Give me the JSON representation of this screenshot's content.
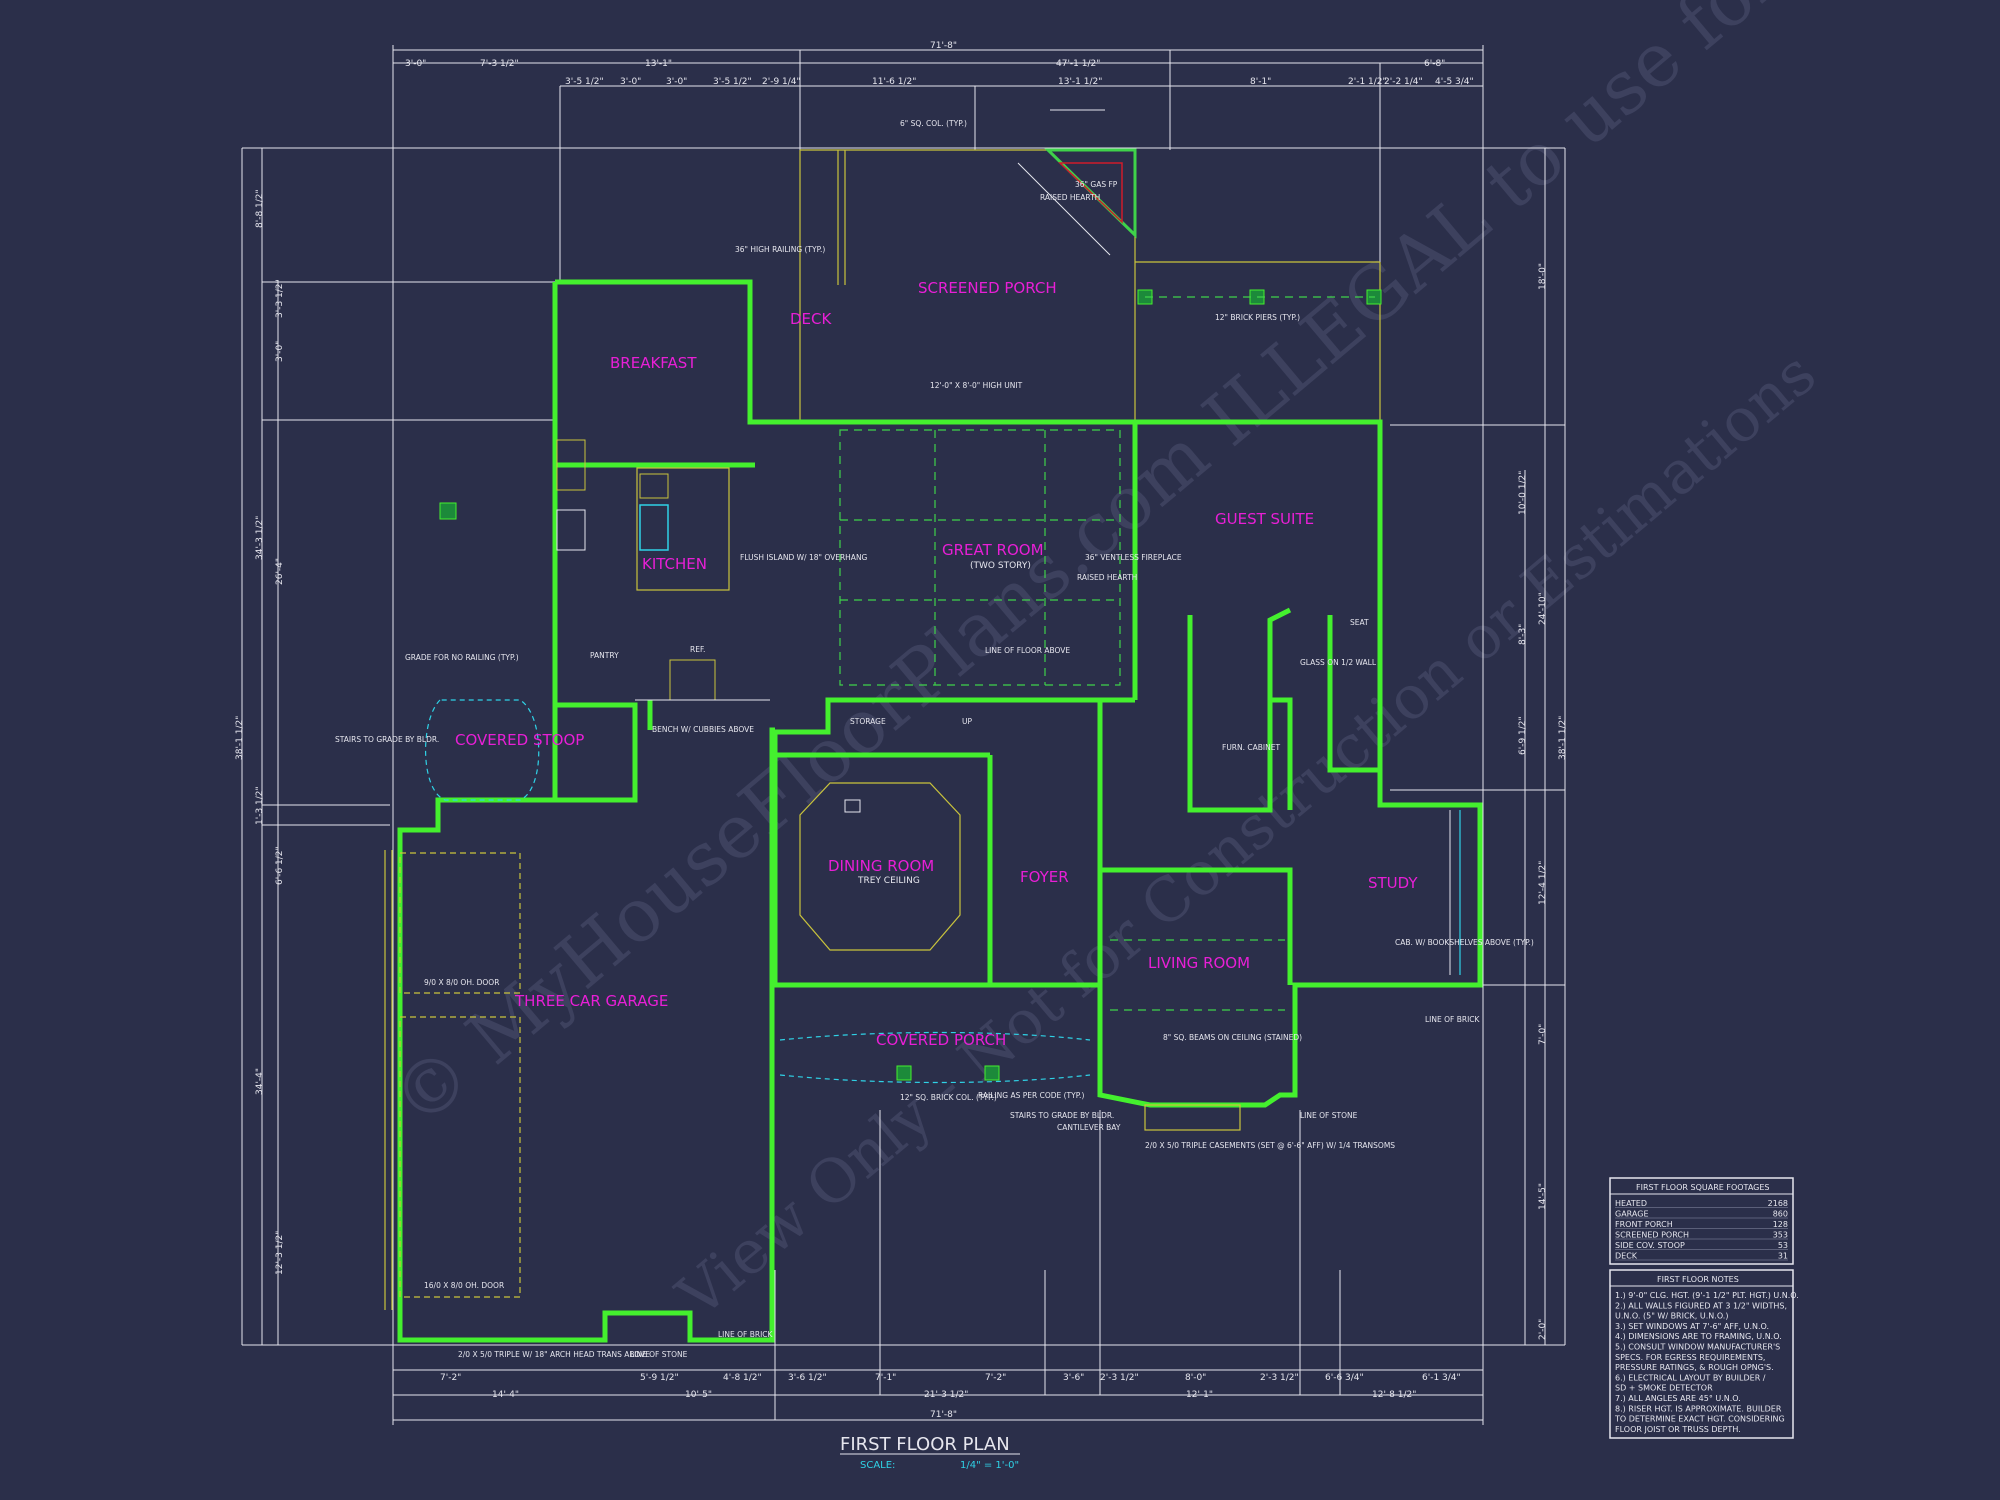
{
  "plan": {
    "title": "FIRST FLOOR PLAN",
    "scale_label": "SCALE:",
    "scale_value": "1/4\" = 1'-0\"",
    "watermark": "© MyHouseFloorPlans.com  ILLEGAL to use for Construction",
    "watermark2": "View Only - Not for Construction or Estimations"
  },
  "rooms": {
    "screened_porch": "SCREENED PORCH",
    "deck": "DECK",
    "breakfast": "BREAKFAST",
    "kitchen": "KITCHEN",
    "great_room": "GREAT ROOM",
    "great_room_sub": "(TWO STORY)",
    "guest_suite": "GUEST SUITE",
    "covered_stoop": "COVERED STOOP",
    "dining_room": "DINING ROOM",
    "dining_sub": "TREY CEILING",
    "foyer": "FOYER",
    "study": "STUDY",
    "living_room": "LIVING ROOM",
    "three_car_garage": "THREE CAR GARAGE",
    "covered_porch": "COVERED PORCH"
  },
  "dims_top": [
    "3'-0\"",
    "7'-3 1/2\"",
    "13'-1\"",
    "47'-1 1/2\"",
    "6'-8\"",
    "71'-8\""
  ],
  "dims_top2": [
    "3'-5 1/2\"",
    "3'-0\"",
    "3'-0\"",
    "3'-5 1/2\"",
    "2'-9 1/4\"",
    "11'-6 1/2\"",
    "13'-1 1/2\"",
    "8'-1\"",
    "2'-1 1/2\"",
    "2'-2 1/4\"",
    "4'-5 3/4\""
  ],
  "dims_bottom": [
    "7'-2\"",
    "5'-9 1/2\"",
    "4'-8 1/2\"",
    "3'-6 1/2\"",
    "7'-1\"",
    "7'-2\"",
    "3'-6\"",
    "2'-3 1/2\"",
    "8'-0\"",
    "2'-3 1/2\"",
    "6'-6 3/4\"",
    "6'-1 3/4\""
  ],
  "dims_bottom2": [
    "14'-4\"",
    "10'-5\"",
    "21'-3 1/2\"",
    "12'-1\"",
    "12'-8 1/2\"",
    "71'-8\""
  ],
  "dims_left": [
    "8'-8 1/2\"",
    "3'-3 1/2\"",
    "3'-0\"",
    "26'-4\"",
    "34'-3 1/2\"",
    "38'-1 1/2\"",
    "1'-3 1/2\"",
    "6'-6 1/2\"",
    "34'-4\"",
    "12'-3 1/2\""
  ],
  "dims_right": [
    "18'-0\"",
    "10'-0 1/2\"",
    "24'-10\"",
    "8'-3\"",
    "6'-9 1/2\"",
    "38'-1 1/2\"",
    "12'-4 1/2\"",
    "7'-0\"",
    "14'-5\"",
    "2'-0\""
  ],
  "labels": {
    "col_typ": "6\" SQ. COL. (TYP.)",
    "gas_fp": "36\" GAS FP",
    "raised_hearth": "RAISED HEARTH",
    "railing": "36\" HIGH RAILING (TYP.)",
    "brick_piers": "12\" BRICK PIERS (TYP.)",
    "high_unit": "12'-0\" X 8'-0\" HIGH UNIT",
    "ventless": "36\" VENTLESS FIREPLACE",
    "flush_island": "FLUSH ISLAND W/ 18\" OVERHANG",
    "line_floor_above": "LINE OF FLOOR ABOVE",
    "grade_railing": "GRADE FOR NO RAILING (TYP.)",
    "stairs_grade": "STAIRS TO GRADE BY BLDR.",
    "bench": "BENCH W/ CUBBIES ABOVE",
    "storage": "STORAGE",
    "up": "UP",
    "furn_cabinet": "FURN. CABINET",
    "glass_wall": "GLASS ON 1/2 WALL",
    "seat": "SEAT",
    "bookshelves": "CAB. W/ BOOKSHELVES ABOVE (TYP.)",
    "beams": "8\" SQ. BEAMS ON CEILING (STAINED)",
    "cantilever": "CANTILEVER BAY",
    "casements": "2/0 X 5/0 TRIPLE CASEMENTS (SET @ 6'-6\" AFF) W/ 1/4 TRANSOMS",
    "line_stone": "LINE OF STONE",
    "line_brick": "LINE OF BRICK",
    "oh_door1": "9/0 X 8/0 OH. DOOR",
    "oh_door2": "16/0 X 8/0 OH. DOOR",
    "triple_window": "2/0 X 5/0 TRIPLE W/ 18\" ARCH HEAD TRANS ABOVE",
    "brick_col": "12\" SQ. BRICK COL. (TYP.)",
    "railing_code": "RAILING AS PER CODE (TYP.)",
    "stairs_bldr": "STAIRS TO GRADE BY BLDR.",
    "pantry": "PANTRY",
    "ref": "REF."
  },
  "sqft_table": {
    "title": "FIRST FLOOR SQUARE FOOTAGES",
    "rows": [
      {
        "label": "HEATED",
        "value": "2168"
      },
      {
        "label": "GARAGE",
        "value": "860"
      },
      {
        "label": "FRONT PORCH",
        "value": "128"
      },
      {
        "label": "SCREENED PORCH",
        "value": "353"
      },
      {
        "label": "SIDE COV. STOOP",
        "value": "53"
      },
      {
        "label": "DECK",
        "value": "31"
      }
    ]
  },
  "notes": {
    "title": "FIRST FLOOR NOTES",
    "lines": [
      "1.) 9'-0\" CLG. HGT. (9'-1 1/2\" PLT. HGT.) U.N.O.",
      "2.) ALL WALLS FIGURED AT 3 1/2\" WIDTHS,",
      "    U.N.O. (5\" W/ BRICK, U.N.O.)",
      "3.) SET WINDOWS AT 7'-6\" AFF, U.N.O.",
      "4.) DIMENSIONS ARE TO FRAMING, U.N.O.",
      "5.) CONSULT WINDOW MANUFACTURER'S",
      "    SPECS. FOR EGRESS REQUIREMENTS,",
      "    PRESSURE RATINGS, & ROUGH OPNG'S.",
      "6.) ELECTRICAL LAYOUT BY BUILDER /",
      "    SD + SMOKE DETECTOR",
      "7.) ALL ANGLES ARE 45° U.N.O.",
      "8.) RISER HGT. IS APPROXIMATE. BUILDER",
      "    TO DETERMINE EXACT HGT. CONSIDERING",
      "    FLOOR JOIST OR TRUSS DEPTH."
    ]
  }
}
